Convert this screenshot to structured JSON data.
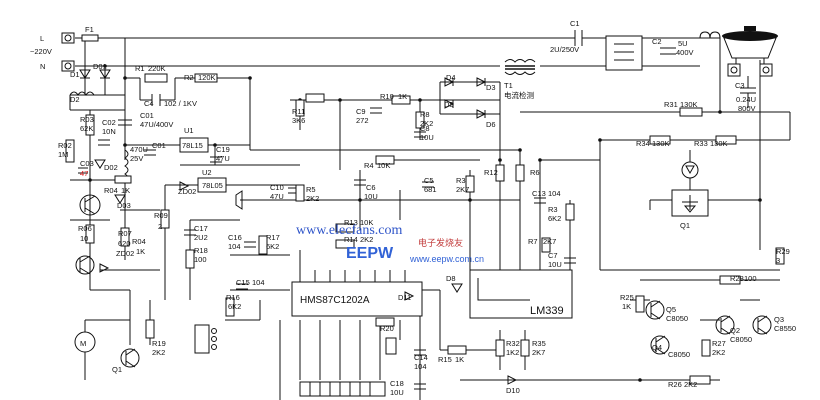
{
  "labels": {
    "L": "L",
    "N": "N",
    "V220": "~220V",
    "F1": "F1",
    "D01": "D01",
    "D1": "D1",
    "D2": "D2",
    "R1": "R1",
    "R1v": "220K",
    "R2": "R2",
    "R2v": "120K",
    "C4": "C4",
    "C4v": "102 / 1KV",
    "C01a": "C01",
    "C01av": "47U/400V",
    "R03": "R03",
    "R03v": "62K",
    "C02": "C02",
    "C02v": "10N",
    "C01b": "C01",
    "C01bv1": "470U",
    "C01bv2": "25V",
    "R02": "R02",
    "R02v": "1M",
    "C03": "C03",
    "C03v": "47",
    "D02": "D02",
    "R04a": "R04",
    "R04av": "1K",
    "D03": "D03",
    "R06": "R06",
    "R06v": "10",
    "R07": "R07",
    "R07v": "620",
    "R04b": "R04",
    "R04bv": "1K",
    "ZD02a": "ZD02",
    "U1": "U1",
    "U1v": "78L15",
    "C19": "C19",
    "C19v": "47U",
    "ZD02b": "ZD02",
    "U2": "U2",
    "U2v": "78L05",
    "C10": "C10",
    "C10v": "47U",
    "R09": "R09",
    "R09v": "2",
    "C17": "C17",
    "C17v": "2U2",
    "R18": "R18",
    "R18v": "100",
    "C16": "C16",
    "C16v": "104",
    "R17": "R17",
    "R17v": "6K2",
    "C15": "C15",
    "C15v": "104",
    "R16": "R16",
    "R16v": "6K2",
    "R19": "R19",
    "R19v": "2K2",
    "Q1a": "Q1",
    "Mot": "M",
    "R11": "R11",
    "R11v": "3K6",
    "C9": "C9",
    "C9v": "272",
    "R10": "R10",
    "R10v": "1K",
    "R8": "R8",
    "R8v": "2K2",
    "C8": "C8",
    "C8v": "10U",
    "D3": "D3",
    "D4": "D4",
    "D5": "D5",
    "D6": "D6",
    "T1": "T1",
    "T1v": "电流检测",
    "R4": "R4",
    "R4v": "10K",
    "C6": "C6",
    "C6v": "10U",
    "R5": "R5",
    "R5v": "2K2",
    "C5": "C5",
    "C5v": "681",
    "R3a": "R3",
    "R3av": "2K7",
    "R12": "R12",
    "R6": "R6",
    "C13": "C13",
    "C13v": "104",
    "R3b": "R3",
    "R3bv": "6K2",
    "R7": "R7",
    "R7v": "2K7",
    "C7": "C7",
    "C7v": "10U",
    "R13": "R13",
    "R13v": "10K",
    "R14": "R14",
    "R14v": "2K2",
    "chip1": "HMS87C1202A",
    "chip2": "LM339",
    "D8": "D8",
    "D11": "D11",
    "R20": "R20",
    "C14": "C14",
    "C14v": "104",
    "R15": "R15",
    "R15v": "1K",
    "C18": "C18",
    "C18v": "10U",
    "R32": "R32",
    "R32v": "1K2",
    "R35": "R35",
    "R35v": "2K7",
    "D10": "D10",
    "C1": "C1",
    "C1v": "2U/250V",
    "C2": "C2",
    "C2v1": "5U",
    "C2v2": "400V",
    "C3": "C3",
    "C3v1": "0.24U",
    "C3v2": "800V",
    "R31": "R31",
    "R31v": "130K",
    "R34": "R34",
    "R34v": "130K",
    "R33": "R33",
    "R33v": "130K",
    "Q1b": "Q1",
    "R29": "R29",
    "R29v": "3",
    "R28": "R28",
    "R28v": "100",
    "R25": "R25",
    "R25v": "1K",
    "Q5": "Q5",
    "Q5v": "C8050",
    "Q4": "Q4",
    "Q4v": "C8050",
    "R27": "R27",
    "R27v": "2K2",
    "Q2": "Q2",
    "Q2v": "C8050",
    "Q3": "Q3",
    "Q3v": "C8550",
    "R26": "R26",
    "R26v": "2K2"
  },
  "watermark": {
    "url": "www.elecfans.com",
    "brand": "EEPW",
    "cn": "电子发烧友",
    "url2": "www.eepw.com.cn"
  }
}
